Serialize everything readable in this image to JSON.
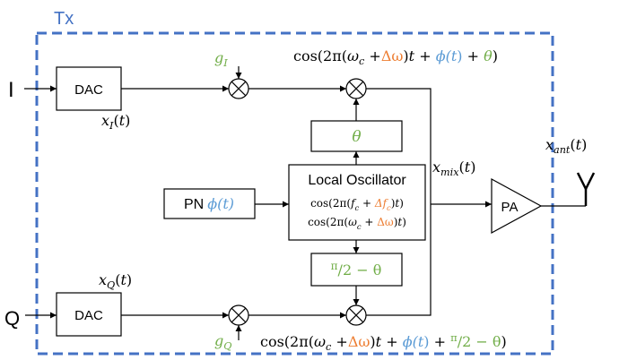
{
  "colors": {
    "frame": "#4472C4",
    "black": "#000000",
    "green": "#70AD47",
    "orange": "#ED7D31",
    "blue": "#5B9BD5"
  },
  "title": "Tx",
  "inputs": {
    "i": "I",
    "q": "Q"
  },
  "output": "Y",
  "blocks": {
    "dac_i": "DAC",
    "dac_q": "DAC",
    "local_oscillator": "Local Oscillator",
    "pn_label": "PN",
    "pn_phi": "ϕ(t)",
    "pa": "PA",
    "theta": "θ"
  },
  "phase_shift_box": {
    "pi": "π",
    "rest": "/2 − θ"
  },
  "lo_formula_1": [
    {
      "t": "cos(2π(",
      "c": "black",
      "i": false
    },
    {
      "t": "f",
      "c": "black",
      "i": true
    },
    {
      "t": "c",
      "c": "black",
      "i": true,
      "sub": true
    },
    {
      "t": " + ",
      "c": "black",
      "i": false
    },
    {
      "t": "Δf",
      "c": "orange",
      "i": true
    },
    {
      "t": "c",
      "c": "orange",
      "i": true,
      "sub": true
    },
    {
      "t": ")",
      "c": "black",
      "i": false
    },
    {
      "t": "t",
      "c": "black",
      "i": true
    },
    {
      "t": ")",
      "c": "black",
      "i": false
    }
  ],
  "lo_formula_2": [
    {
      "t": "cos(2π(",
      "c": "black",
      "i": false
    },
    {
      "t": "ω",
      "c": "black",
      "i": true
    },
    {
      "t": "c",
      "c": "black",
      "i": true,
      "sub": true
    },
    {
      "t": " + ",
      "c": "black",
      "i": false
    },
    {
      "t": "Δω",
      "c": "orange",
      "i": false
    },
    {
      "t": ")",
      "c": "black",
      "i": false
    },
    {
      "t": "t",
      "c": "black",
      "i": true
    },
    {
      "t": ")",
      "c": "black",
      "i": false
    }
  ],
  "top_formula": [
    {
      "t": "cos(2π(",
      "c": "black",
      "i": false
    },
    {
      "t": "ω",
      "c": "black",
      "i": true
    },
    {
      "t": "c",
      "c": "black",
      "i": true,
      "sub": true
    },
    {
      "t": " +",
      "c": "black",
      "i": false
    },
    {
      "t": "Δω",
      "c": "orange",
      "i": false
    },
    {
      "t": ")",
      "c": "black",
      "i": false
    },
    {
      "t": "t",
      "c": "black",
      "i": true
    },
    {
      "t": " + ",
      "c": "black",
      "i": false
    },
    {
      "t": "ϕ(",
      "c": "blue",
      "i": true
    },
    {
      "t": "t",
      "c": "blue",
      "i": true
    },
    {
      "t": ")",
      "c": "blue",
      "i": false
    },
    {
      "t": " + ",
      "c": "black",
      "i": false
    },
    {
      "t": "θ",
      "c": "green",
      "i": true
    },
    {
      "t": ")",
      "c": "black",
      "i": false
    }
  ],
  "bottom_formula": [
    {
      "t": "cos(2π(",
      "c": "black",
      "i": false
    },
    {
      "t": "ω",
      "c": "black",
      "i": true
    },
    {
      "t": "c",
      "c": "black",
      "i": true,
      "sub": true
    },
    {
      "t": " +",
      "c": "black",
      "i": false
    },
    {
      "t": "Δω",
      "c": "orange",
      "i": false
    },
    {
      "t": ")",
      "c": "black",
      "i": false
    },
    {
      "t": "t",
      "c": "black",
      "i": true
    },
    {
      "t": " + ",
      "c": "black",
      "i": false
    },
    {
      "t": "ϕ(",
      "c": "blue",
      "i": true
    },
    {
      "t": "t",
      "c": "blue",
      "i": true
    },
    {
      "t": ")",
      "c": "blue",
      "i": false
    },
    {
      "t": " + ",
      "c": "black",
      "i": false
    },
    {
      "t": "π",
      "c": "green",
      "i": false,
      "sup": true
    },
    {
      "t": "/2 − θ",
      "c": "green",
      "i": false
    },
    {
      "t": ")",
      "c": "black",
      "i": false
    }
  ],
  "signals": {
    "x_i": [
      {
        "t": "x",
        "c": "black",
        "i": true
      },
      {
        "t": "I",
        "c": "black",
        "i": true,
        "sub": true
      },
      {
        "t": "(",
        "c": "black",
        "i": false
      },
      {
        "t": "t",
        "c": "black",
        "i": true
      },
      {
        "t": ")",
        "c": "black",
        "i": false
      }
    ],
    "x_q": [
      {
        "t": "x",
        "c": "black",
        "i": true
      },
      {
        "t": "Q",
        "c": "black",
        "i": true,
        "sub": true
      },
      {
        "t": "(",
        "c": "black",
        "i": false
      },
      {
        "t": "t",
        "c": "black",
        "i": true
      },
      {
        "t": ")",
        "c": "black",
        "i": false
      }
    ],
    "x_mix": [
      {
        "t": "x",
        "c": "black",
        "i": true
      },
      {
        "t": "mix",
        "c": "black",
        "i": true,
        "sub": true
      },
      {
        "t": "(",
        "c": "black",
        "i": false
      },
      {
        "t": "t",
        "c": "black",
        "i": true
      },
      {
        "t": ")",
        "c": "black",
        "i": false
      }
    ],
    "x_ant": [
      {
        "t": "x",
        "c": "black",
        "i": true
      },
      {
        "t": "ant",
        "c": "black",
        "i": true,
        "sub": true
      },
      {
        "t": "(",
        "c": "black",
        "i": false
      },
      {
        "t": "t",
        "c": "black",
        "i": true
      },
      {
        "t": ")",
        "c": "black",
        "i": false
      }
    ],
    "g_i": [
      {
        "t": "g",
        "c": "green",
        "i": true
      },
      {
        "t": "I",
        "c": "green",
        "i": true,
        "sub": true
      }
    ],
    "g_q": [
      {
        "t": "g",
        "c": "green",
        "i": true
      },
      {
        "t": "Q",
        "c": "green",
        "i": true,
        "sub": true
      }
    ]
  }
}
